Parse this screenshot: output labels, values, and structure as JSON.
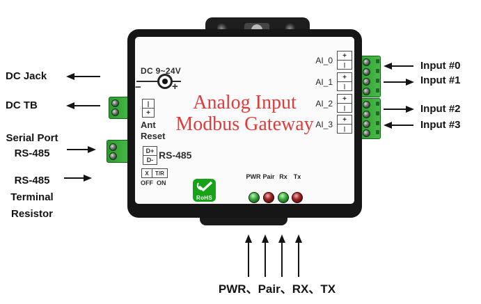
{
  "diagram": {
    "device": {
      "title": [
        "Analog Input",
        "Modbus Gateway"
      ],
      "title_color": "#e23a3a",
      "frame_color": "#161616",
      "connector_color": "#38a838",
      "power": {
        "rating": "DC 9~24V",
        "jack_minus": "−",
        "jack_plus": "+"
      },
      "dc_terminal": {
        "top": "|",
        "bottom": "+"
      },
      "ant_label": "Ant",
      "reset_label": "Reset",
      "serial": {
        "pin_top": "D+",
        "pin_bottom": "D-",
        "label": "RS-485"
      },
      "terminator_switch": {
        "left_cell": "X",
        "right_cell": "T/R",
        "off": "OFF",
        "on": "ON"
      },
      "rohs_label": "RoHS",
      "rohs_color": "#17a317",
      "ai_channels": [
        {
          "name": "AI_0",
          "plus": "+",
          "minus": "|"
        },
        {
          "name": "AI_1",
          "plus": "+",
          "minus": "|"
        },
        {
          "name": "AI_2",
          "plus": "+",
          "minus": "|"
        },
        {
          "name": "AI_3",
          "plus": "+",
          "minus": "|"
        }
      ],
      "leds": [
        {
          "label": "PWR",
          "color": "#2f9e2f"
        },
        {
          "label": "Pair",
          "color": "#8f1818"
        },
        {
          "label": "Rx",
          "color": "#2f9e2f"
        },
        {
          "label": "Tx",
          "color": "#8f1818"
        }
      ]
    },
    "callouts": {
      "dc_jack": "DC Jack",
      "dc_tb": "DC TB",
      "serial_port": [
        "Serial Port",
        "RS-485"
      ],
      "terminal_resistor": [
        "RS-485",
        "Terminal",
        "Resistor"
      ],
      "inputs": [
        "Input #0",
        "Input #1",
        "Input #2",
        "Input #3"
      ],
      "led_caption": "PWR、Pair、RX、TX"
    }
  }
}
